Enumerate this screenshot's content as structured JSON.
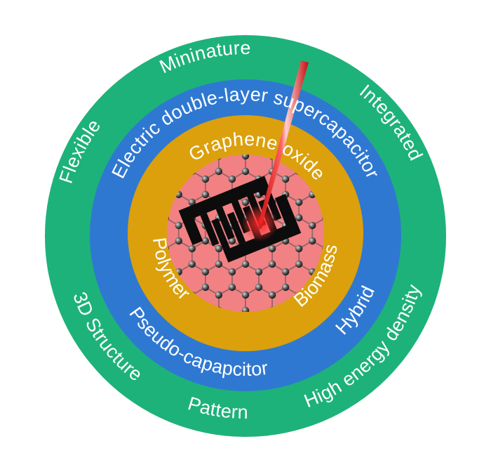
{
  "colors": {
    "outer_ring": "#1db27a",
    "middle_ring": "#2f78d2",
    "inner_ring": "#dba00c",
    "core": "#f28184",
    "electrode": "#0c0c0c",
    "laser": "#e01818"
  },
  "outer_ring": {
    "labels": {
      "flexible": "Flexible",
      "mininature": "Mininature",
      "integrated": "Integrated",
      "high_energy_density": "High energy density",
      "pattern": "Pattern",
      "structure_3d": "3D Structure"
    }
  },
  "middle_ring": {
    "labels": {
      "edl": "Electric double-layer supercapacitor",
      "pseudo": "Pseudo-capapcitor",
      "hybrid": "Hybrid"
    }
  },
  "inner_ring": {
    "labels": {
      "graphene_oxide": "Graphene oxide",
      "polymer": "Polymer",
      "biomass": "Biomass"
    }
  },
  "core": {
    "icons": [
      "graphene-lattice-icon",
      "interdigitated-electrode-icon",
      "laser-beam-icon"
    ]
  }
}
